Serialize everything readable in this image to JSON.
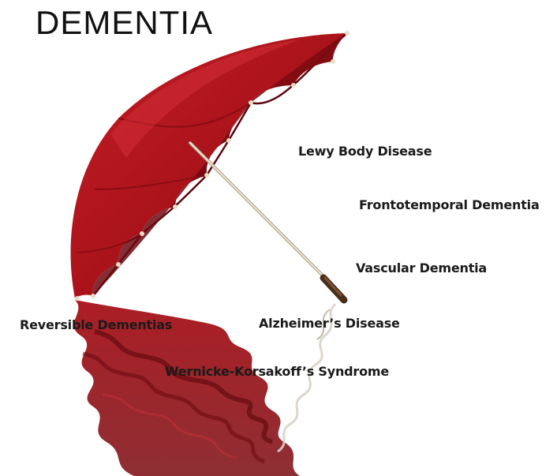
{
  "title": "DEMENTIA",
  "labels": [
    "Lewy Body Disease",
    "Frontotemporal Dementia",
    "Vascular Dementia",
    "Reversible Dementias",
    "Alzheimer’s Disease",
    "Wernicke-Korsakoff’s Syndrome"
  ],
  "colors": {
    "canopy": "#b3151d",
    "canopy_dark": "#7e0b12",
    "canopy_shadow": "#5c060b",
    "shaft": "#e8dcc4",
    "handle": "#5a3a22",
    "reflection": "#9e0f16"
  }
}
